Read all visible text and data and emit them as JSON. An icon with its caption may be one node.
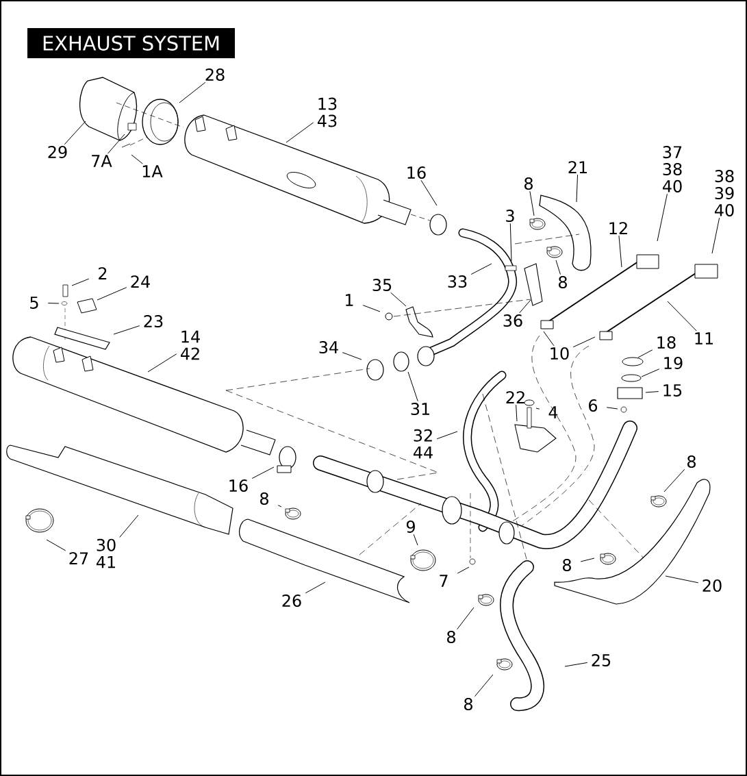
{
  "diagram": {
    "title": "EXHAUST SYSTEM",
    "nodes": [
      {
        "text": [
          "28"
        ]
      },
      {
        "text": [
          "13 43"
        ]
      },
      {
        "text": [
          "29"
        ]
      },
      {
        "text": [
          "7A"
        ]
      },
      {
        "text": [
          "1A"
        ]
      },
      {
        "text": [
          "16"
        ]
      },
      {
        "text": [
          "8"
        ]
      },
      {
        "text": [
          "21"
        ]
      },
      {
        "text": [
          "37 38 40"
        ]
      },
      {
        "text": [
          "38 39 40"
        ]
      },
      {
        "text": [
          "3"
        ]
      },
      {
        "text": [
          "12"
        ]
      },
      {
        "text": [
          "33"
        ]
      },
      {
        "text": [
          "8"
        ]
      },
      {
        "text": [
          "2"
        ]
      },
      {
        "text": [
          "24"
        ]
      },
      {
        "text": [
          "35"
        ]
      },
      {
        "text": [
          "1"
        ]
      },
      {
        "text": [
          "5"
        ]
      },
      {
        "text": [
          "36"
        ]
      },
      {
        "text": [
          "23"
        ]
      },
      {
        "text": [
          "14 42"
        ]
      },
      {
        "text": [
          "11"
        ]
      },
      {
        "text": [
          "10"
        ]
      },
      {
        "text": [
          "18"
        ]
      },
      {
        "text": [
          "19"
        ]
      },
      {
        "text": [
          "15"
        ]
      },
      {
        "text": [
          "34"
        ]
      },
      {
        "text": [
          "31"
        ]
      },
      {
        "text": [
          "6"
        ]
      },
      {
        "text": [
          "22"
        ]
      },
      {
        "text": [
          "4"
        ]
      },
      {
        "text": [
          "32 44"
        ]
      },
      {
        "text": [
          "16"
        ]
      },
      {
        "text": [
          "8"
        ]
      },
      {
        "text": [
          "8"
        ]
      },
      {
        "text": [
          "9"
        ]
      },
      {
        "text": [
          "30 41"
        ]
      },
      {
        "text": [
          "27"
        ]
      },
      {
        "text": [
          "7"
        ]
      },
      {
        "text": [
          "8"
        ]
      },
      {
        "text": [
          "20"
        ]
      },
      {
        "text": [
          "26"
        ]
      },
      {
        "text": [
          "8"
        ]
      },
      {
        "text": [
          "25"
        ]
      },
      {
        "text": [
          "8"
        ]
      }
    ],
    "edges": [
      {
        "from": 0,
        "to": null,
        "arrow": "none"
      },
      {
        "from": 1,
        "to": null,
        "arrow": "none"
      },
      {
        "from": 2,
        "to": null,
        "arrow": "none"
      },
      {
        "from": 3,
        "to": null,
        "arrow": "none"
      },
      {
        "from": 4,
        "to": null,
        "arrow": "none"
      },
      {
        "from": 5,
        "to": null,
        "arrow": "none"
      },
      {
        "from": 6,
        "to": null,
        "arrow": "none"
      },
      {
        "from": 7,
        "to": null,
        "arrow": "none"
      },
      {
        "from": 8,
        "to": null,
        "arrow": "none"
      },
      {
        "from": 9,
        "to": null,
        "arrow": "none"
      },
      {
        "from": 10,
        "to": null,
        "arrow": "none"
      },
      {
        "from": 11,
        "to": null,
        "arrow": "none"
      },
      {
        "from": 12,
        "to": null,
        "arrow": "none"
      },
      {
        "from": 13,
        "to": null,
        "arrow": "none"
      },
      {
        "from": 14,
        "to": null,
        "arrow": "none"
      },
      {
        "from": 15,
        "to": null,
        "arrow": "none"
      },
      {
        "from": 16,
        "to": null,
        "arrow": "none"
      },
      {
        "from": 17,
        "to": null,
        "arrow": "none"
      },
      {
        "from": 18,
        "to": null,
        "arrow": "none"
      },
      {
        "from": 19,
        "to": null,
        "arrow": "none"
      },
      {
        "from": 20,
        "to": null,
        "arrow": "none"
      },
      {
        "from": 21,
        "to": null,
        "arrow": "none"
      },
      {
        "from": 22,
        "to": null,
        "arrow": "none"
      },
      {
        "from": 23,
        "to": null,
        "arrow": "none"
      },
      {
        "from": 23,
        "to": null,
        "arrow": "none"
      },
      {
        "from": 24,
        "to": null,
        "arrow": "none"
      },
      {
        "from": 25,
        "to": null,
        "arrow": "none"
      },
      {
        "from": 26,
        "to": null,
        "arrow": "none"
      },
      {
        "from": 27,
        "to": null,
        "arrow": "none"
      },
      {
        "from": 28,
        "to": null,
        "arrow": "none"
      },
      {
        "from": 29,
        "to": null,
        "arrow": "none"
      },
      {
        "from": 30,
        "to": null,
        "arrow": "none"
      },
      {
        "from": 31,
        "to": null,
        "arrow": "none"
      },
      {
        "from": 32,
        "to": null,
        "arrow": "none"
      },
      {
        "from": 33,
        "to": null,
        "arrow": "none"
      },
      {
        "from": 34,
        "to": null,
        "arrow": "none"
      },
      {
        "from": 35,
        "to": null,
        "arrow": "none"
      },
      {
        "from": 36,
        "to": null,
        "arrow": "none"
      },
      {
        "from": 37,
        "to": null,
        "arrow": "none"
      },
      {
        "from": 38,
        "to": null,
        "arrow": "none"
      },
      {
        "from": 39,
        "to": null,
        "arrow": "none"
      },
      {
        "from": 40,
        "to": null,
        "arrow": "none"
      },
      {
        "from": 41,
        "to": null,
        "arrow": "none"
      },
      {
        "from": 42,
        "to": null,
        "arrow": "none"
      },
      {
        "from": 43,
        "to": null,
        "arrow": "none"
      },
      {
        "from": 44,
        "to": null,
        "arrow": "none"
      },
      {
        "from": 45,
        "to": null,
        "arrow": "none"
      }
    ]
  }
}
